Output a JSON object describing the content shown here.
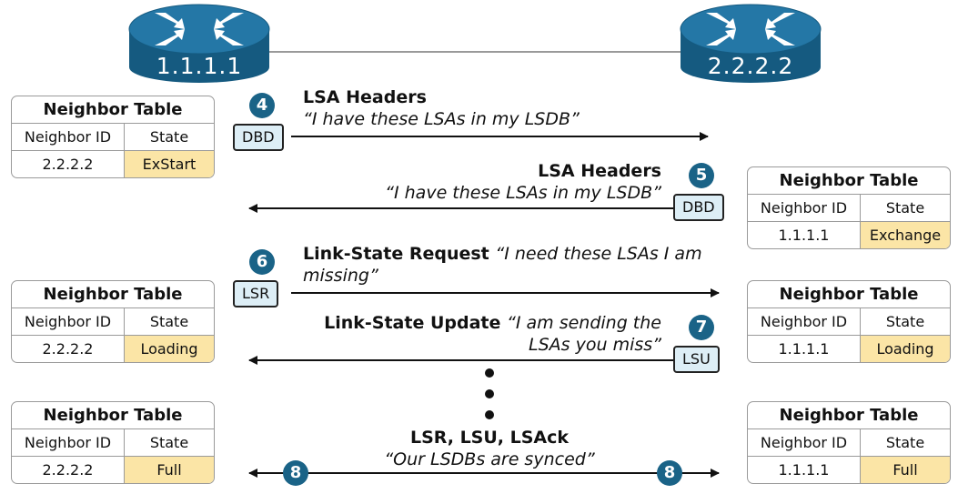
{
  "routers": [
    {
      "name": "1.1.1.1"
    },
    {
      "name": "2.2.2.2"
    }
  ],
  "table_common": {
    "title": "Neighbor Table",
    "col_neighbor": "Neighbor ID",
    "col_state": "State"
  },
  "tables": {
    "left_1": {
      "neighbor": "2.2.2.2",
      "state": "ExStart"
    },
    "right_1": {
      "neighbor": "1.1.1.1",
      "state": "Exchange"
    },
    "left_2": {
      "neighbor": "2.2.2.2",
      "state": "Loading"
    },
    "right_2": {
      "neighbor": "1.1.1.1",
      "state": "Loading"
    },
    "left_3": {
      "neighbor": "2.2.2.2",
      "state": "Full"
    },
    "right_3": {
      "neighbor": "1.1.1.1",
      "state": "Full"
    }
  },
  "steps": {
    "s4": {
      "num": "4",
      "packet": "DBD",
      "heading": "LSA Headers",
      "quote": "“I have these LSAs in my LSDB”"
    },
    "s5": {
      "num": "5",
      "packet": "DBD",
      "heading": "LSA Headers",
      "quote": "“I have these LSAs in my LSDB”"
    },
    "s6": {
      "num": "6",
      "packet": "LSR",
      "heading": "Link-State Request",
      "quote_line1": "“I need these LSAs I am",
      "quote_line2": "missing”"
    },
    "s7": {
      "num": "7",
      "packet": "LSU",
      "heading": "Link-State Update",
      "quote_line1": "“I am sending the",
      "quote_line2": "LSAs you miss”"
    },
    "s8": {
      "num": "8",
      "heading": "LSR, LSU, LSAck",
      "quote": "“Our LSDBs are synced”"
    }
  },
  "colors": {
    "router_blue": "#1a6a96",
    "step_blue": "#1a6387",
    "state_fill": "#fbe5a6",
    "packet_fill": "#ddeef6"
  }
}
